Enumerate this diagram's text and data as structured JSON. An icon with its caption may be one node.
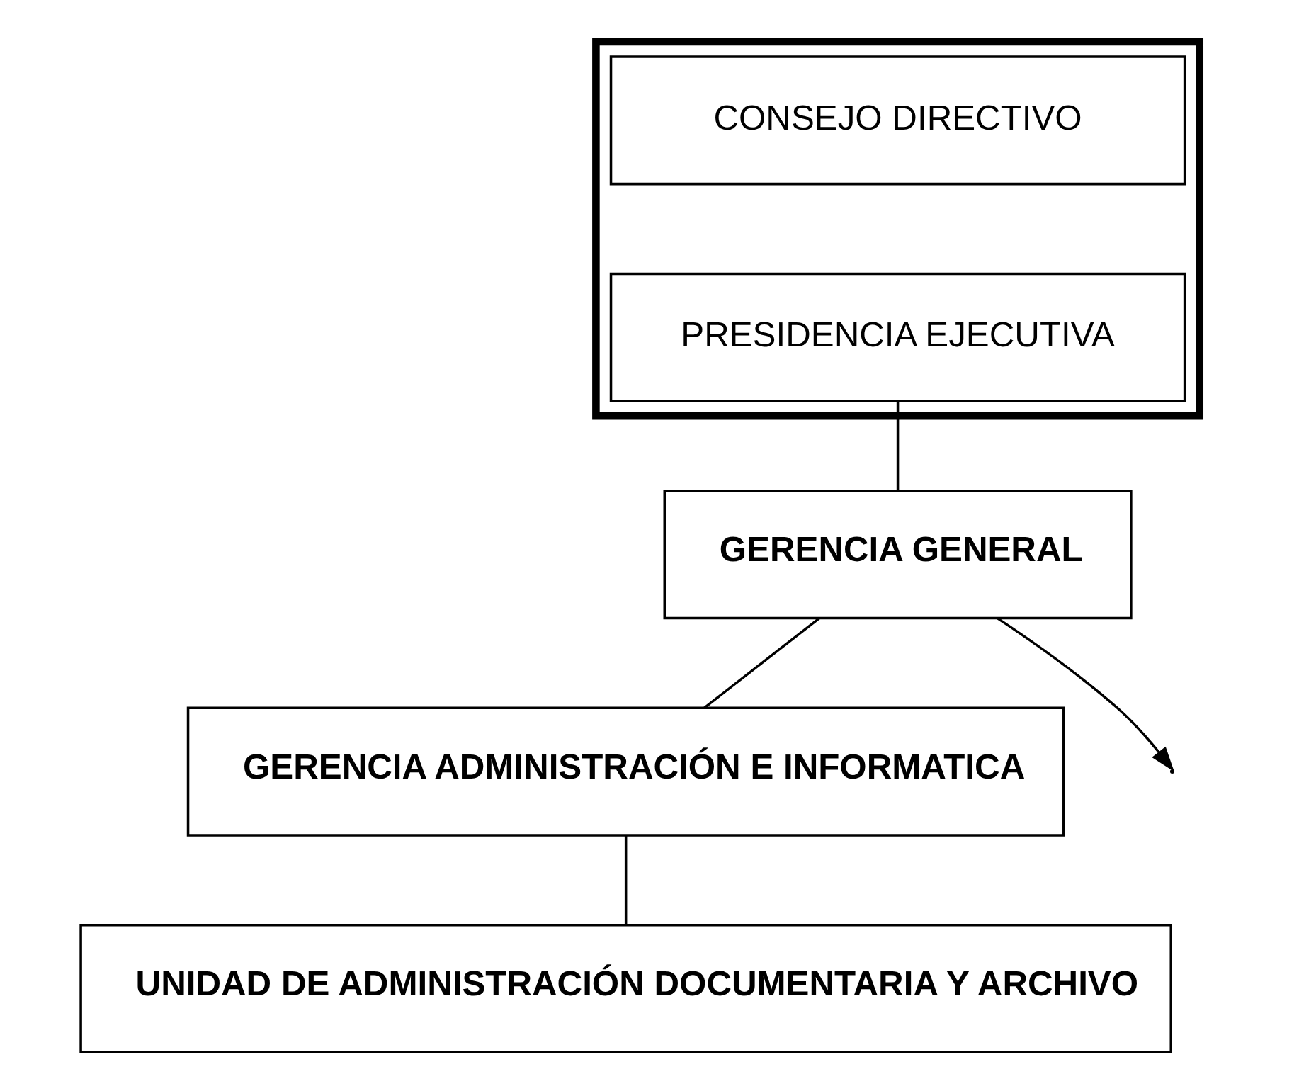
{
  "diagram": {
    "nodes": [
      {
        "text": [],
        "shape": "box"
      },
      {
        "text": [
          "CONSEJO DIRECTIVO"
        ],
        "in": 0
      },
      {
        "text": [
          "PRESIDENCIA EJECUTIVA"
        ],
        "in": 0
      },
      {
        "text": [
          "GERENCIA GENERAL"
        ]
      },
      {
        "text": [
          "GERENCIA ADMINISTRACIÓN E INFORMATICA"
        ]
      },
      {
        "text": [
          "UNIDAD DE ADMINISTRACIÓN DOCUMENTARIA Y ARCHIVO"
        ]
      }
    ],
    "edges": [
      {
        "from": 2,
        "to": 3,
        "arrow": "none"
      },
      {
        "from": 3,
        "to": 4,
        "arrow": "none"
      },
      {
        "from": 3,
        "to": null,
        "arrow": "to"
      },
      {
        "from": 4,
        "to": 5,
        "arrow": "none"
      }
    ]
  }
}
